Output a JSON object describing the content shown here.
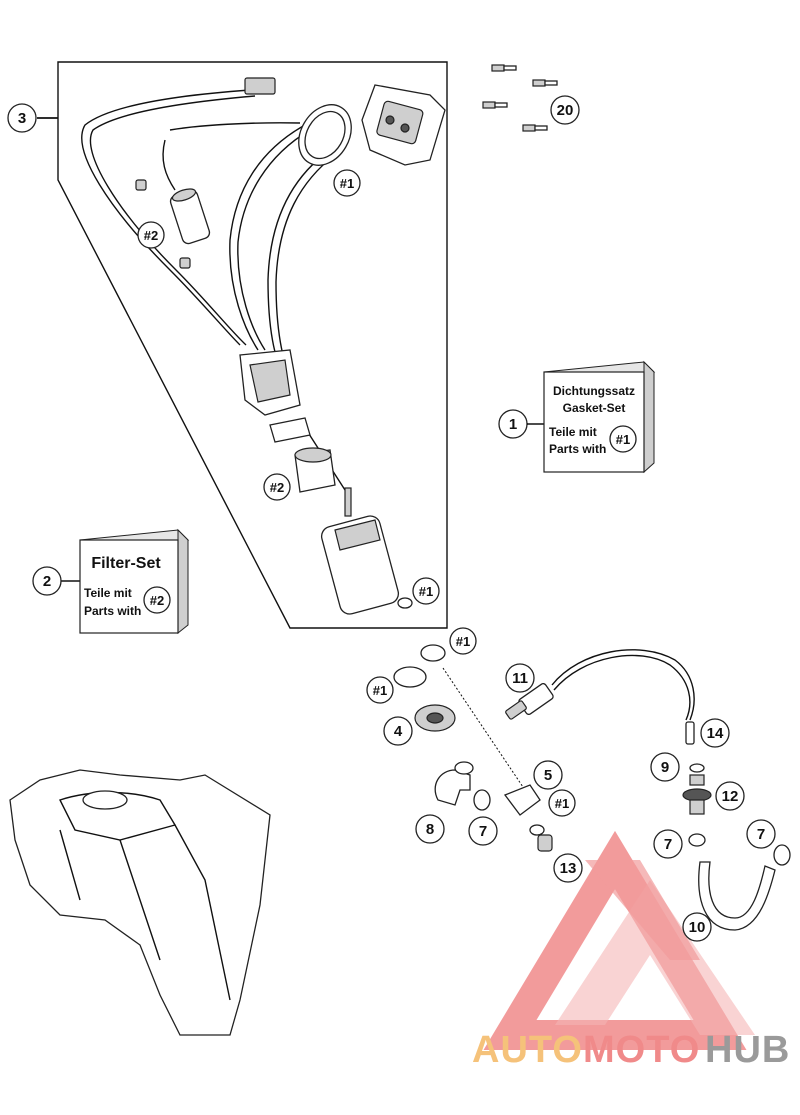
{
  "callouts": [
    {
      "id": "c3",
      "label": "3"
    },
    {
      "id": "c20",
      "label": "20"
    },
    {
      "id": "c1",
      "label": "1"
    },
    {
      "id": "c2",
      "label": "2"
    },
    {
      "id": "c11",
      "label": "11"
    },
    {
      "id": "c14",
      "label": "14"
    },
    {
      "id": "c4",
      "label": "4"
    },
    {
      "id": "c5",
      "label": "5"
    },
    {
      "id": "c9",
      "label": "9"
    },
    {
      "id": "c12",
      "label": "12"
    },
    {
      "id": "c8",
      "label": "8"
    },
    {
      "id": "c7a",
      "label": "7"
    },
    {
      "id": "c7b",
      "label": "7"
    },
    {
      "id": "c7c",
      "label": "7"
    },
    {
      "id": "c13",
      "label": "13"
    },
    {
      "id": "c10",
      "label": "10"
    }
  ],
  "refs": {
    "ref1": "#1",
    "ref2": "#2"
  },
  "gasket_set": {
    "title_de": "Dichtungssatz",
    "title_en": "Gasket-Set",
    "parts_de": "Teile mit",
    "parts_en": "Parts with",
    "ref": "#1"
  },
  "filter_set": {
    "title": "Filter-Set",
    "parts_de": "Teile mit",
    "parts_en": "Parts with",
    "ref": "#2"
  },
  "watermark": {
    "part1": "AUTO",
    "part2": "MOTO",
    "part3": "HUB",
    "color1": "#f5c27a",
    "color2": "#f08a8a",
    "color3": "#9a9a9a"
  }
}
